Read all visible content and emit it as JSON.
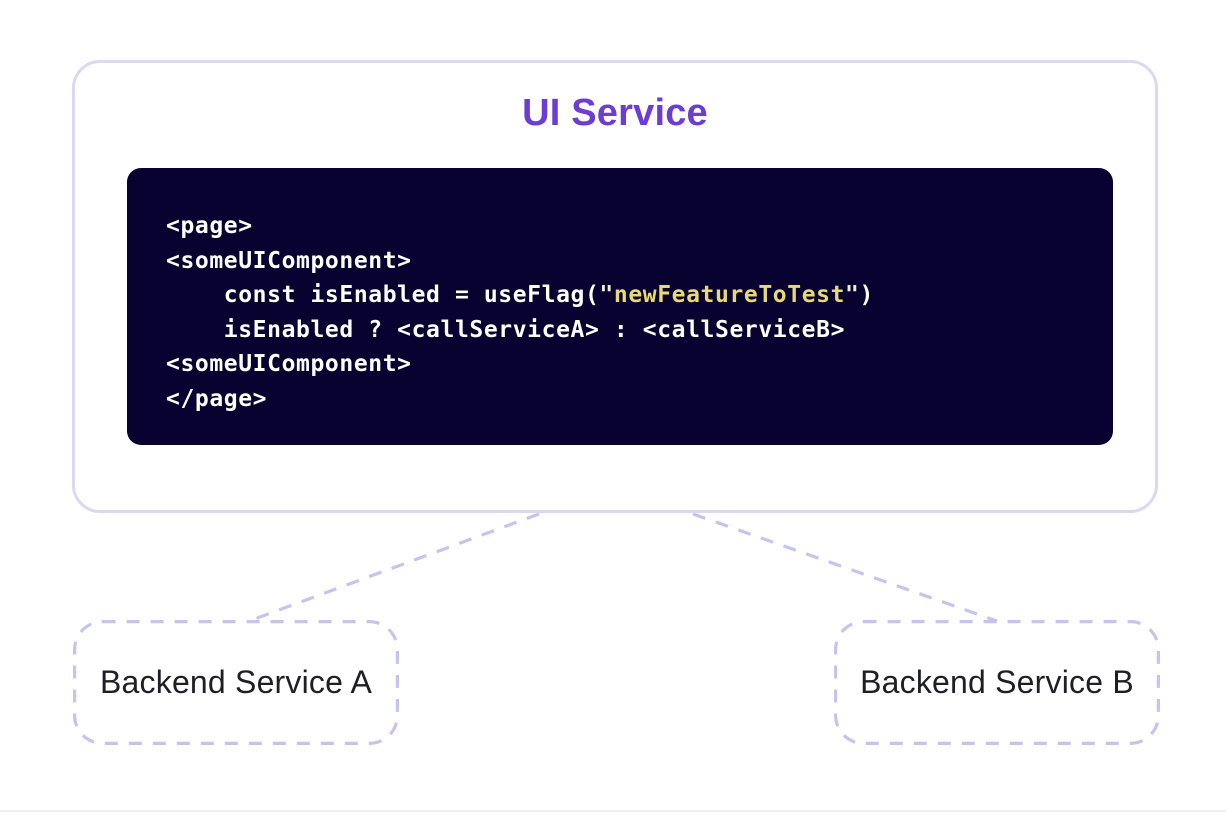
{
  "ui_service": {
    "title": "UI Service",
    "code_lines": [
      [
        {
          "t": "<page>"
        }
      ],
      [
        {
          "t": "<someUIComponent>"
        }
      ],
      [
        {
          "t": "    const isEnabled = useFlag("
        },
        {
          "t": "\"",
          "c": "quote"
        },
        {
          "t": "newFeatureToTest",
          "c": "string"
        },
        {
          "t": "\"",
          "c": "quote"
        },
        {
          "t": ")"
        }
      ],
      [
        {
          "t": "    isEnabled ? <callServiceA> : <callServiceB>"
        }
      ],
      [
        {
          "t": "<someUIComponent>"
        }
      ],
      [
        {
          "t": "</page>"
        }
      ]
    ]
  },
  "backend_services": [
    {
      "label": "Backend Service A"
    },
    {
      "label": "Backend Service B"
    }
  ],
  "colors": {
    "page_background": "#ffffff",
    "ui_box_border": "#dcd8f3",
    "title": "#6c3dd3",
    "code_background": "#080231",
    "code_text": "#ffffff",
    "code_string": "#e8d973",
    "code_quote": "#efecdd",
    "dashed_line": "#c7c3ef",
    "backend_label": "#1e1e26"
  }
}
